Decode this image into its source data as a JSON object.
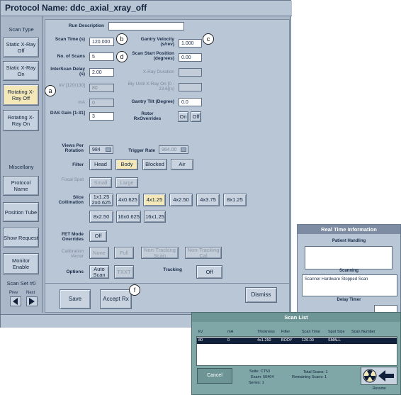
{
  "title": "Protocol Name:  ddc_axial_xray_off",
  "left": {
    "scan_type_label": "Scan Type",
    "buttons": [
      "Static X-Ray Off",
      "Static X-Ray On",
      "Rotating X-Ray Off",
      "Rotating X-Ray On"
    ],
    "misc_label": "Miscellany",
    "misc_buttons": [
      "Protocol Name",
      "Position Tube",
      "Show Request",
      "Monitor Enable"
    ],
    "scan_set_label": "Scan Set #0",
    "prev_label": "Prev",
    "next_label": "Next"
  },
  "form": {
    "run_description_label": "Run Description",
    "run_description_value": "",
    "scan_time_label": "Scan Time (s)",
    "scan_time_value": "120.000",
    "num_scans_label": "No. of Scans",
    "num_scans_value": "5",
    "interscan_label": "InterScan Delay (s)",
    "interscan_value": "2.00",
    "kv_label": "kV [120/130]",
    "kv_value": "80",
    "ma_label": "mA",
    "ma_value": "0",
    "das_label": "DAS Gain [1-31]",
    "das_value": "3",
    "gantry_velocity_label": "Gantry Velocity (s/rev)",
    "gantry_velocity_value": "1.000",
    "scan_start_label": "Scan Start Position (degrees)",
    "scan_start_value": "0.00",
    "xray_duration_label": "X-Ray Duration",
    "xray_duration_value": "",
    "bly_label": "Bly Until X-Ray On [0 - 23.6](s)",
    "bly_value": "",
    "gantry_tilt_label": "Gantry Tilt (Degree)",
    "gantry_tilt_value": "0.0",
    "rotor_label": "Rotor RxOverrides",
    "rotor_on": "On",
    "rotor_off": "Off",
    "views_label": "Views Per Rotation",
    "views_value": "984",
    "trigger_label": "Trigger Rate",
    "trigger_value": "984.00",
    "filter_label": "Filter",
    "filters": [
      "Head",
      "Body",
      "Blocked",
      "Air"
    ],
    "focal_label": "Focal Spot",
    "focal": [
      "Small",
      "Large"
    ],
    "slice_label": "Slice Collimation",
    "slices_row1": [
      "1x1.25 2x0.625",
      "4x0.625",
      "4x1.25",
      "4x2.50",
      "4x3.75",
      "8x1.25"
    ],
    "slices_row2": [
      "8x2.50",
      "16x0.625",
      "16x1.25"
    ],
    "fet_label": "FET Mode Overrides",
    "fet_value": "Off",
    "calib_label": "Calibration Vector",
    "calib": [
      "None",
      "Full",
      "Non-Tracking Scan",
      "Non-Tracking Cal"
    ],
    "options_label": "Options",
    "auto_scan": "Auto Scan",
    "txxt": "TXXT",
    "tracking_label": "Tracking",
    "tracking_value": "Off"
  },
  "bottom": {
    "save": "Save",
    "accept": "Accept Rx",
    "dismiss": "Dismiss"
  },
  "callouts": {
    "a": "a",
    "b": "b",
    "c": "c",
    "d": "d",
    "f": "f"
  },
  "realtime": {
    "title": "Real Time Information",
    "patient_handling": "Patient Handling",
    "scanning": "Scanning",
    "scanning_msg": "Scanner Hardware Stopped Scan",
    "delay_timer": "Delay Timer"
  },
  "scanlist": {
    "title": "Scan List",
    "headers": [
      "kV",
      "mA",
      "Thickness",
      "Filter",
      "Scan Time",
      "Spot Size",
      "Scan Number"
    ],
    "row": [
      "80",
      "0",
      "4x1.250",
      "BODY",
      "120.00",
      "SMALL",
      ""
    ],
    "cancel": "Cancel",
    "suite": "Suite:  CT53",
    "exam": "Exam:  50404",
    "series": "Series:  1",
    "total": "Total Scans:  1",
    "remaining": "Remaining Scans:  1",
    "resume": "Resume"
  },
  "colors": {
    "panel": "#a9b7c8",
    "selected": "#f4e8b8",
    "scanlist": "#7fa7a7"
  }
}
